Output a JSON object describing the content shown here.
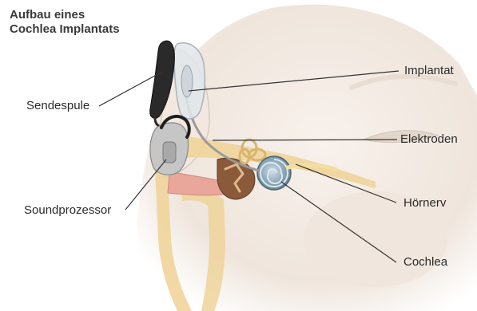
{
  "title": {
    "line1": "Aufbau eines",
    "line2": "Cochlea Implantats"
  },
  "labels": {
    "implantat": "Implantat",
    "sendespule": "Sendespule",
    "elektroden": "Elektroden",
    "soundprozessor": "Soundprozessor",
    "hoernerv": "Hörnerv",
    "cochlea": "Cochlea"
  },
  "colors": {
    "skin": "#f4ede6",
    "bone": "#efd49a",
    "cochlea": "#6f8ea0",
    "device_dark": "#2a2a2a",
    "device_gray": "#b9b9b9",
    "leader_line": "#333333"
  }
}
